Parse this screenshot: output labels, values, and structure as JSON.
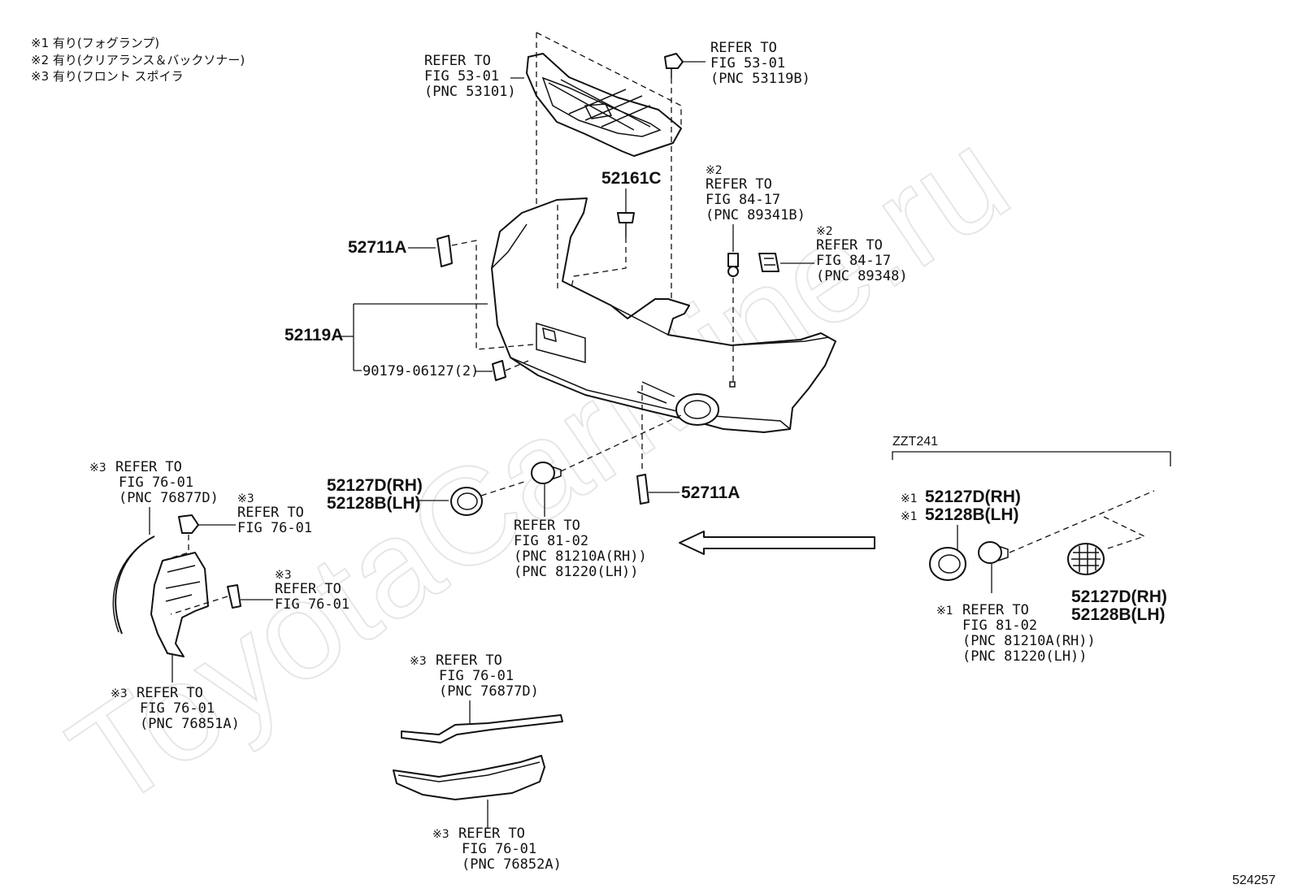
{
  "watermark": "ToyotaCarMine.ru",
  "notes": [
    "※1 有り(フォグランプ)",
    "※2 有り(クリアランス＆バックソナー)",
    "※3 有り(フロント スポイラ"
  ],
  "figure_number": "524257",
  "labels": {
    "grille_ref": [
      "REFER TO",
      "FIG 53-01",
      "(PNC 53101)"
    ],
    "clip_ref": [
      "REFER TO",
      "FIG 53-01",
      "(PNC 53119B)"
    ],
    "pn_52161c": "52161C",
    "sensor_ref": [
      "REFER TO",
      "FIG 84-17",
      "(PNC 89341B)"
    ],
    "sensor_ref_mark": "※2",
    "connector_ref": [
      "REFER TO",
      "FIG 84-17",
      "(PNC 89348)"
    ],
    "connector_ref_mark": "※2",
    "pn_52711a_top": "52711A",
    "pn_52119a": "52119A",
    "pn_screw": "90179-06127(2)",
    "fogcover_pn": [
      "52127D(RH)",
      "52128B(LH)"
    ],
    "fog_ref": [
      "REFER TO",
      "FIG 81-02",
      "(PNC 81210A(RH))",
      "(PNC 81220(LH))"
    ],
    "pn_52711a_bottom": "52711A",
    "splash_top_mark": "※3",
    "splash_top_ref": [
      "REFER TO",
      "FIG 76-01",
      "(PNC 76877D)"
    ],
    "bracket1_mark": "※3",
    "bracket1_ref": [
      "REFER TO",
      "FIG 76-01"
    ],
    "bracket2_mark": "※3",
    "bracket2_ref": [
      "REFER TO",
      "FIG 76-01"
    ],
    "splash_bottom_mark": "※3",
    "splash_bottom_ref": [
      "REFER TO",
      "FIG 76-01",
      "(PNC 76851A)"
    ],
    "moulding_mark": "※3",
    "moulding_ref": [
      "REFER TO",
      "FIG 76-01",
      "(PNC 76877D)"
    ],
    "spoiler_mark": "※3",
    "spoiler_ref": [
      "REFER TO",
      "FIG 76-01",
      "(PNC 76852A)"
    ],
    "zzt_title": "ZZT241",
    "zzt_pn_marks": [
      "※1",
      "※1"
    ],
    "zzt_pn": [
      "52127D(RH)",
      "52128B(LH)"
    ],
    "zzt_fog_mark": "※1",
    "zzt_fog_ref": [
      "REFER TO",
      "FIG 81-02",
      "(PNC 81210A(RH))",
      "(PNC 81220(LH))"
    ],
    "zzt_grille_pn": [
      "52127D(RH)",
      "52128B(LH)"
    ]
  }
}
